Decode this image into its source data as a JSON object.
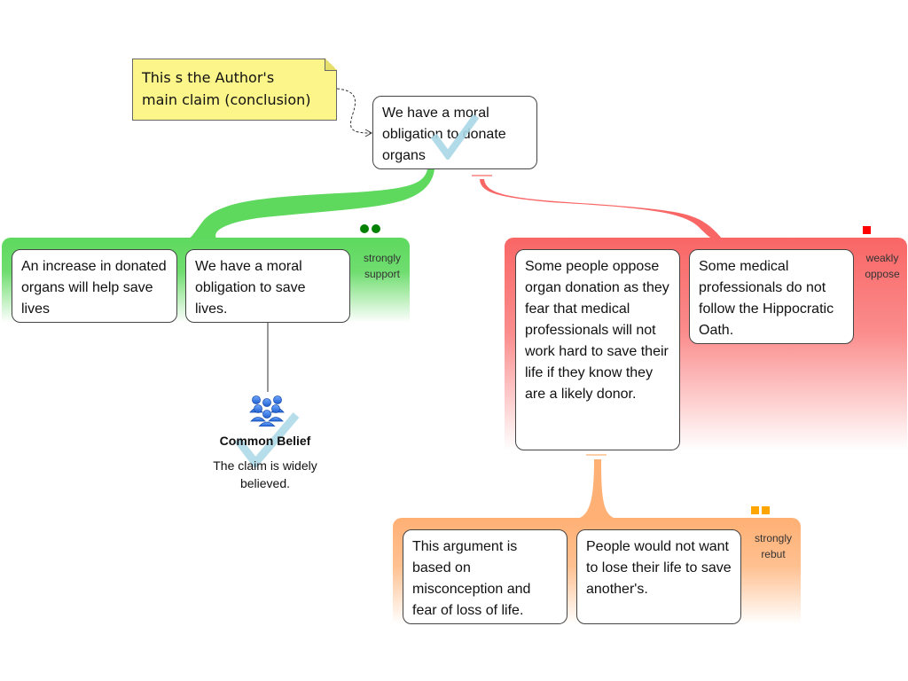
{
  "note": {
    "line1": "This s the Author's",
    "line2": "main claim (conclusion)"
  },
  "main_claim": {
    "text": "We have a moral obligation to donate organs",
    "evaluation": "check-icon"
  },
  "support_group": {
    "strength_line1": "strongly",
    "strength_line2": "support",
    "marker": "two-green-dots",
    "color": "#5ed95e",
    "reasons": [
      {
        "text": "An increase in donated organs will help save lives"
      },
      {
        "text": "We have a moral obligation to save lives."
      }
    ]
  },
  "basis": {
    "icon": "people-icon",
    "title": "Common Belief",
    "description": "The claim is widely believed.",
    "evaluation": "check-icon"
  },
  "oppose_group": {
    "strength_line1": "weakly",
    "strength_line2": "oppose",
    "marker": "one-red-square",
    "color": "#f96666",
    "reasons": [
      {
        "text": "Some people oppose organ donation as they fear that medical professionals will not work hard to save their life if they know they are a likely donor."
      },
      {
        "text": "Some medical professionals do not follow the Hippocratic Oath."
      }
    ]
  },
  "rebut_group": {
    "strength_line1": "strongly",
    "strength_line2": "rebut",
    "marker": "two-orange-squares",
    "color": "#ffb074",
    "reasons": [
      {
        "text": "This argument is based on misconception and fear of loss of life."
      },
      {
        "text": "People would not want to lose their life to save another's."
      }
    ]
  }
}
